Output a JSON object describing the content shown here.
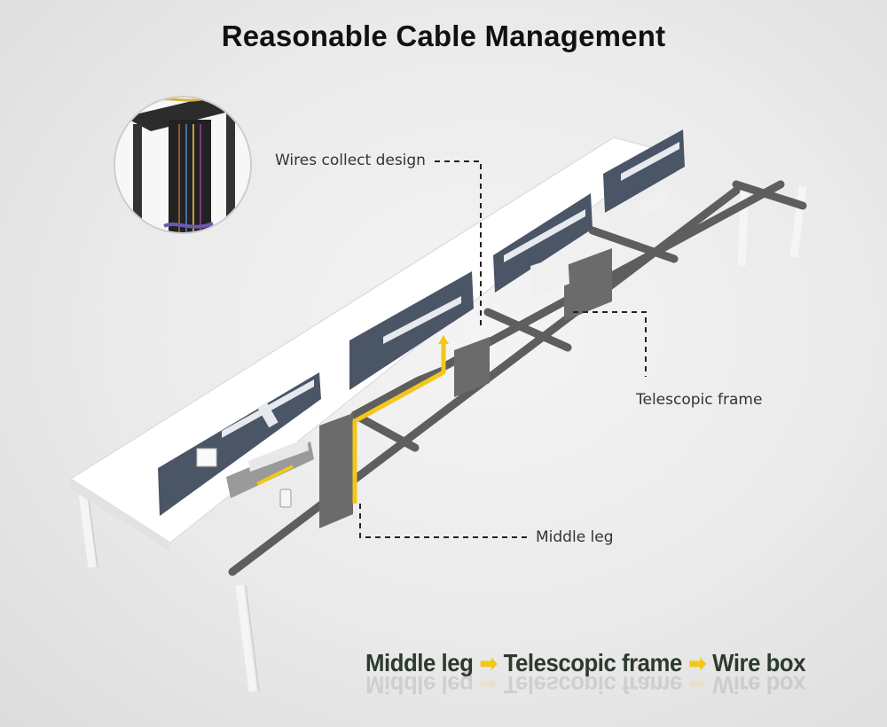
{
  "title": "Reasonable Cable Management",
  "callouts": {
    "wires_collect": "Wires collect design",
    "telescopic_frame": "Telescopic frame",
    "middle_leg": "Middle leg"
  },
  "flow": {
    "step1": "Middle leg",
    "step2": "Telescopic frame",
    "step3": "Wire box",
    "arrow": "➡"
  },
  "colors": {
    "highlight": "#f3c71a",
    "panel": "#4a5566",
    "frame": "#5a5a5a"
  }
}
